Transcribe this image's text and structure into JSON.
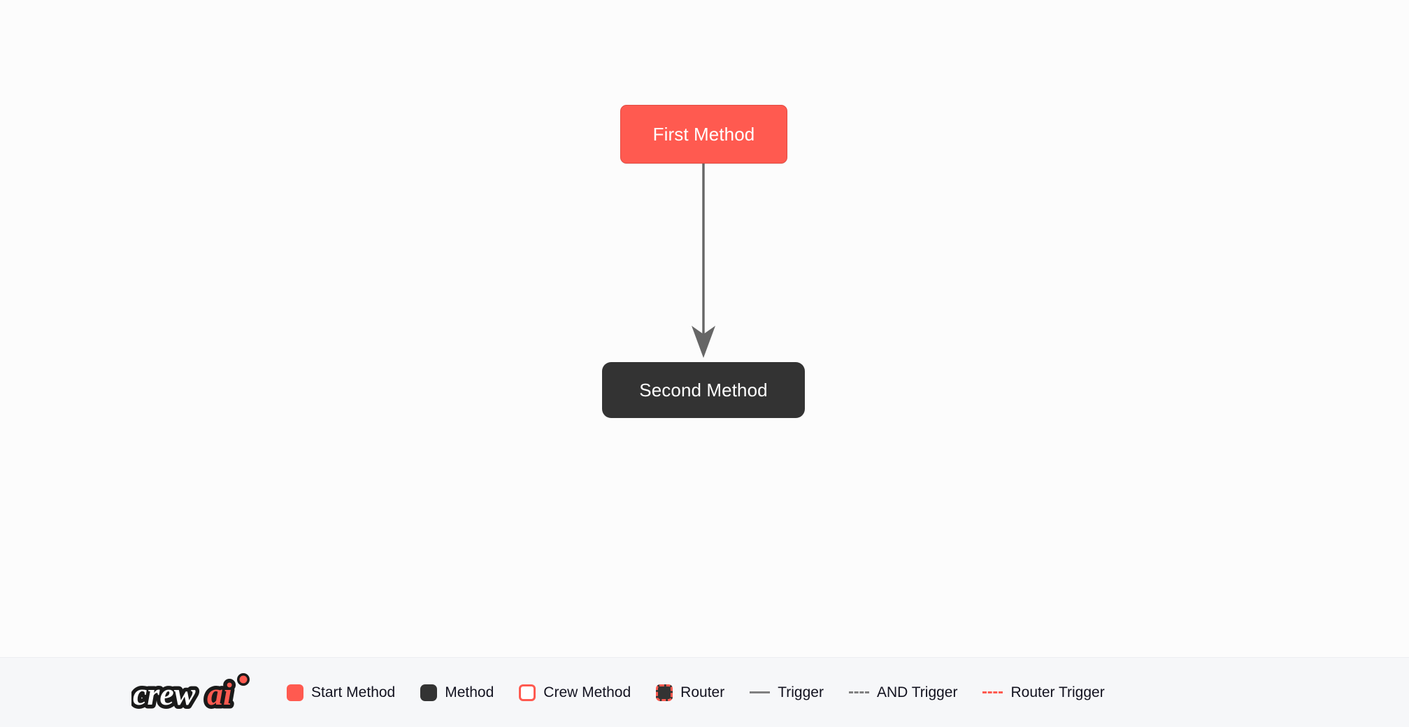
{
  "canvas": {
    "background": "#fcfcfc"
  },
  "flow": {
    "nodes": [
      {
        "id": "first-method",
        "label": "First Method",
        "type": "start-method",
        "fill": "#FF5A50",
        "text_color": "#ffffff"
      },
      {
        "id": "second-method",
        "label": "Second Method",
        "type": "method",
        "fill": "#333333",
        "text_color": "#ffffff"
      }
    ],
    "edges": [
      {
        "id": "edge-first-to-second",
        "from": "first-method",
        "to": "second-method",
        "type": "trigger",
        "style": "solid",
        "color": "#666666"
      }
    ]
  },
  "legend": {
    "logo_alt": "crewai",
    "logo_text_primary": "crew",
    "logo_text_accent": "ai",
    "logo_accent_color": "#FF5A50",
    "background": "#f6f7f9",
    "items": [
      {
        "key": "start-method",
        "label": "Start Method",
        "marker": "square-filled",
        "color": "#FF5A50"
      },
      {
        "key": "method",
        "label": "Method",
        "marker": "square-filled",
        "color": "#333333"
      },
      {
        "key": "crew-method",
        "label": "Crew Method",
        "marker": "square-outline",
        "color": "#FF5A50"
      },
      {
        "key": "router",
        "label": "Router",
        "marker": "square-dashed",
        "color": "#FF5A50"
      },
      {
        "key": "trigger",
        "label": "Trigger",
        "marker": "line-solid",
        "color": "#808080"
      },
      {
        "key": "and-trigger",
        "label": "AND Trigger",
        "marker": "line-dashed",
        "color": "#808080"
      },
      {
        "key": "router-trigger",
        "label": "Router Trigger",
        "marker": "line-dashed",
        "color": "#FF5A50"
      }
    ]
  }
}
